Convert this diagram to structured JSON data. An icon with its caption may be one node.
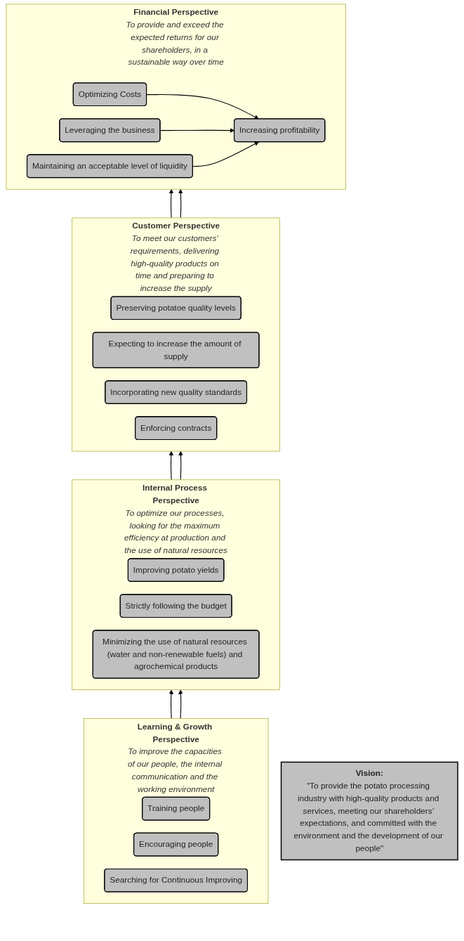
{
  "diagram": {
    "nodes": [
      {
        "text": [
          "Vision:",
          "“To provide the potato processing industry with high-quality products and services, meeting our shareholders’ expectations, and committed with the environment and the development of our people\""
        ]
      },
      {
        "text": [
          "Financial Perspective",
          "To provide and exceed the expected returns for our shareholders, in a sustainable way over time"
        ]
      },
      {
        "text": [
          "Increasing profitability"
        ],
        "in": 1
      },
      {
        "text": [
          "Optimizing Costs"
        ],
        "in": 1
      },
      {
        "text": [
          "Leveraging the business"
        ],
        "in": 1
      },
      {
        "text": [
          "Maintaining an acceptable level of liquidity"
        ],
        "in": 1
      },
      {
        "text": [
          "Customer Perspective",
          "To meet our customers’ requirements, delivering high-quality products on time and preparing to increase the supply"
        ]
      },
      {
        "text": [
          "Preserving potatoe quality levels"
        ],
        "in": 6
      },
      {
        "text": [
          "Expecting to increase the amount of supply"
        ],
        "in": 6
      },
      {
        "text": [
          "Incorporating new quality standards"
        ],
        "in": 6
      },
      {
        "text": [
          "Enforcing contracts"
        ],
        "in": 6
      },
      {
        "text": [
          "Internal Process Perspective",
          "To optimize our processes, looking for the maximum efficiency at production and the use of natural resources"
        ]
      },
      {
        "text": [
          "Improving potato yields"
        ],
        "in": 11
      },
      {
        "text": [
          "Strictly following the budget"
        ],
        "in": 11
      },
      {
        "text": [
          "Minimizing the use of natural resources (water and non-renewable fuels) and agrochemical products"
        ],
        "in": 11
      },
      {
        "text": [
          "Learning & Growth Perspective",
          "To improve the capacities of our people, the internal communication and the working environment"
        ]
      },
      {
        "text": [
          "Training people"
        ],
        "in": 15
      },
      {
        "text": [
          "Encouraging people"
        ],
        "in": 15
      },
      {
        "text": [
          "Searching for Continuous Improving"
        ],
        "in": 15
      }
    ],
    "edges": [
      {
        "from": 3,
        "to": 2,
        "arrow": "to"
      },
      {
        "from": 4,
        "to": 2,
        "arrow": "to"
      },
      {
        "from": 5,
        "to": 2,
        "arrow": "to"
      },
      {
        "from": 6,
        "to": 1,
        "arrow": "to"
      },
      {
        "from": 6,
        "to": 1,
        "arrow": "to"
      },
      {
        "from": 11,
        "to": 6,
        "arrow": "to"
      },
      {
        "from": 11,
        "to": 6,
        "arrow": "to"
      },
      {
        "from": 15,
        "to": 11,
        "arrow": "to"
      },
      {
        "from": 15,
        "to": 11,
        "arrow": "to"
      }
    ]
  }
}
